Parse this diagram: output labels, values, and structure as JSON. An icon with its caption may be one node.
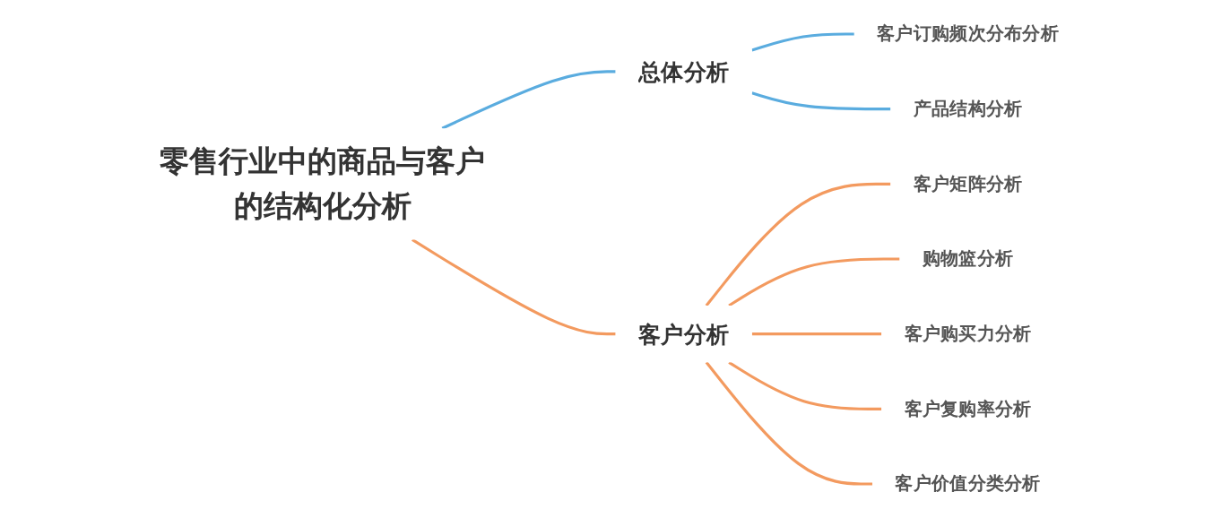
{
  "diagram": {
    "nodes": [
      {
        "text": [
          "零售行业中的商品与客户的结构化分析"
        ]
      },
      {
        "text": [
          "总体分析"
        ]
      },
      {
        "text": [
          "客户分析"
        ]
      },
      {
        "text": [
          "客户订购频次分布分析"
        ]
      },
      {
        "text": [
          "产品结构分析"
        ]
      },
      {
        "text": [
          "客户矩阵分析"
        ]
      },
      {
        "text": [
          "购物篮分析"
        ]
      },
      {
        "text": [
          "客户购买力分析"
        ]
      },
      {
        "text": [
          "客户复购率分析"
        ]
      },
      {
        "text": [
          "客户价值分类分析"
        ]
      }
    ],
    "edges": [
      {
        "from": 0,
        "to": 1,
        "arrow": "none",
        "color": "#5aacdf"
      },
      {
        "from": 0,
        "to": 2,
        "arrow": "none"
      },
      {
        "from": 1,
        "to": 3,
        "arrow": "none",
        "color": "#5aacdf"
      },
      {
        "from": 1,
        "to": 4,
        "arrow": "none",
        "color": "#5aacdf"
      },
      {
        "from": 2,
        "to": 5,
        "arrow": "none"
      },
      {
        "from": 2,
        "to": 6,
        "arrow": "none"
      },
      {
        "from": 2,
        "to": 7,
        "arrow": "none"
      },
      {
        "from": 2,
        "to": 8,
        "arrow": "none"
      },
      {
        "from": 2,
        "to": 9,
        "arrow": "none"
      }
    ]
  }
}
